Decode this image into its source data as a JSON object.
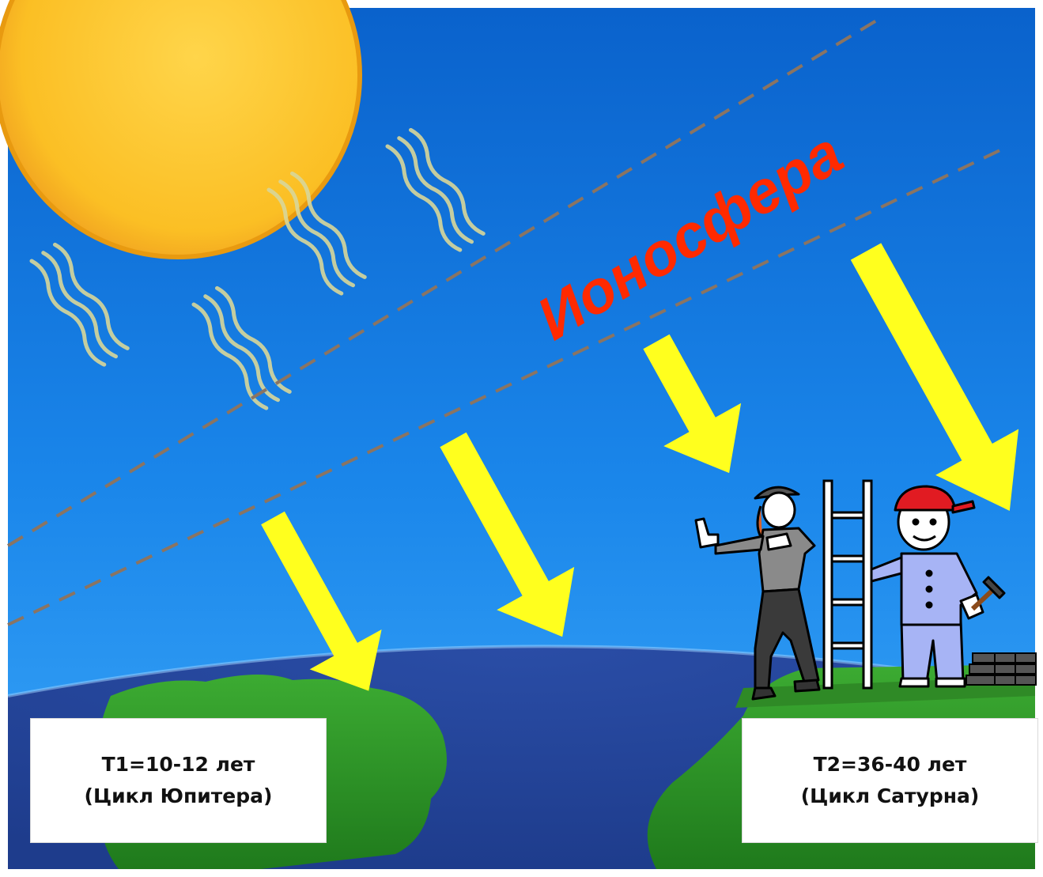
{
  "title": "Ионосфера",
  "colors": {
    "sky_top": "#0b6fd8",
    "sky_bottom": "#1f8ef2",
    "sun": "#fbc02d",
    "sun_rim": "#f0a318",
    "rays": "#ffff1e",
    "ionosphere_text": "#ff2a00",
    "ionosphere_line": "#8a7462",
    "ocean": "#2b4fa8",
    "land": "#2f9a2a"
  },
  "icons": [
    "sun-icon",
    "heat-wave-icon",
    "arrow-down-right-icon",
    "woman-gesturing-icon",
    "ladder-icon",
    "worker-with-hammer-icon",
    "roof-tiles-icon"
  ],
  "boxes": {
    "left": {
      "line1": "Т1=10-12 лет",
      "line2": "(Цикл Юпитера)"
    },
    "right": {
      "line1": "Т2=36-40 лет",
      "line2": "(Цикл Сатурна)"
    }
  }
}
